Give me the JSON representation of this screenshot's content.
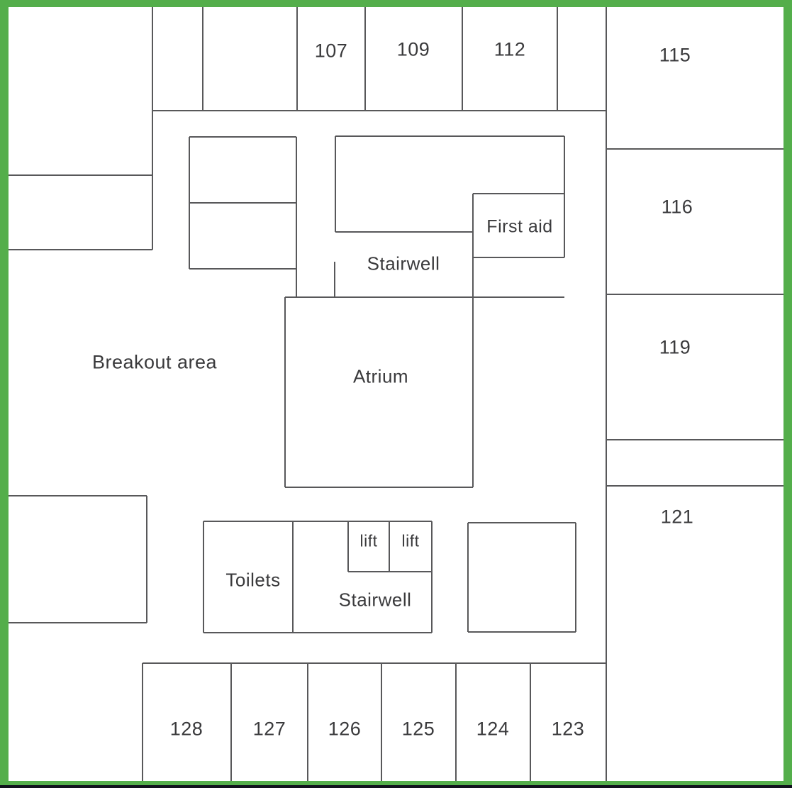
{
  "colors": {
    "frame_green": "#54ae4b",
    "wall_gray": "#58585a",
    "text": "#3a3a3c",
    "footer_dark": "#10101c"
  },
  "labels": {
    "room_107": "107",
    "room_109": "109",
    "room_112": "112",
    "room_115": "115",
    "room_116": "116",
    "room_119": "119",
    "room_121": "121",
    "room_123": "123",
    "room_124": "124",
    "room_125": "125",
    "room_126": "126",
    "room_127": "127",
    "room_128": "128",
    "breakout_area": "Breakout area",
    "stairwell_upper": "Stairwell",
    "stairwell_lower": "Stairwell",
    "first_aid": "First aid",
    "atrium": "Atrium",
    "toilets": "Toilets",
    "lift_left": "lift",
    "lift_right": "lift"
  }
}
